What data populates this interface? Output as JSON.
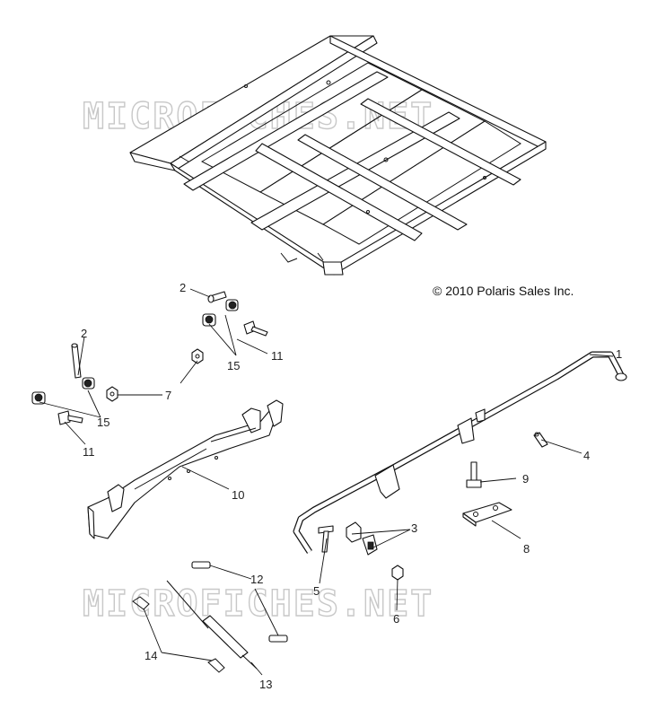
{
  "copyright": "© 2010 Polaris Sales Inc.",
  "watermark": "MICROFICHES.NET",
  "callouts": {
    "c1": "1",
    "c2a": "2",
    "c2b": "2",
    "c3": "3",
    "c4": "4",
    "c5": "5",
    "c6": "6",
    "c7": "7",
    "c8": "8",
    "c9": "9",
    "c10": "10",
    "c11a": "11",
    "c11b": "11",
    "c12": "12",
    "c13": "13",
    "c14": "14",
    "c15a": "15",
    "c15b": "15"
  }
}
